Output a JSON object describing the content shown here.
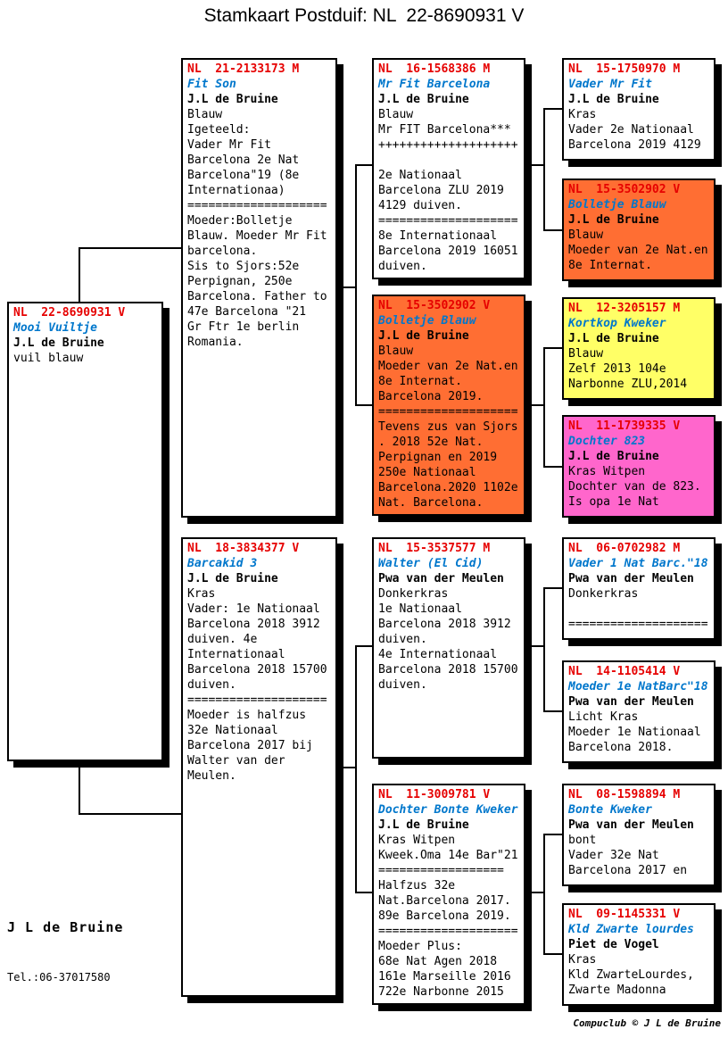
{
  "title": "Stamkaart Postduif: NL  22-8690931 V",
  "colors": {
    "ring_red": "#e60000",
    "name_blue": "#0077cc",
    "box_orange": "#ff6e33",
    "box_yellow": "#ffff66",
    "box_pink": "#ff66cc"
  },
  "boxes": {
    "subject": {
      "ring": "NL  22-8690931 V",
      "name": "Mooi Vuiltje",
      "owner": "J.L de Bruine",
      "body": "vuil blauw",
      "bg": "white"
    },
    "parent1": {
      "ring": "NL  21-2133173 M",
      "name": "Fit Son",
      "owner": "J.L de Bruine",
      "body": "Blauw\nIgeteeld:\nVader Mr Fit\nBarcelona 2e Nat\nBarcelona\"19 (8e\nInternationaa)\n====================\nMoeder:Bolletje\nBlauw. Moeder Mr Fit\nbarcelona.\nSis to Sjors:52e\nPerpignan, 250e\nBarcelona. Father to\n47e Barcelona \"21\nGr Ftr 1e berlin\nRomania.",
      "bg": "white"
    },
    "parent2": {
      "ring": "NL  18-3834377 V",
      "name": "Barcakid 3",
      "owner": "J.L de Bruine",
      "body": "Kras\nVader: 1e Nationaal\nBarcelona 2018 3912\nduiven. 4e\nInternationaal\nBarcelona 2018 15700\nduiven.\n====================\nMoeder is halfzus\n32e Nationaal\nBarcelona 2017 bij\nWalter van der\nMeulen.",
      "bg": "white"
    },
    "gp1": {
      "ring": "NL  16-1568386 M",
      "name": "Mr Fit Barcelona",
      "owner": "J.L de Bruine",
      "body": "Blauw\nMr FIT Barcelona***\n++++++++++++++++++++\n\n2e Nationaal\nBarcelona ZLU 2019\n4129 duiven.\n====================\n8e Internationaal\nBarcelona 2019 16051\nduiven.",
      "bg": "white"
    },
    "gp2": {
      "ring": "NL  15-3502902 V",
      "name": "Bolletje Blauw",
      "owner": "J.L de Bruine",
      "body": "Blauw\nMoeder van 2e Nat.en\n8e Internat.\nBarcelona 2019.\n====================\nTevens zus van Sjors\n. 2018 52e Nat.\nPerpignan en 2019\n250e Nationaal\nBarcelona.2020 1102e\nNat. Barcelona.",
      "bg": "orange"
    },
    "gp3": {
      "ring": "NL  15-3537577 M",
      "name": "Walter (El Cid)",
      "owner": "Pwa van der Meulen",
      "body": "Donkerkras\n1e Nationaal\nBarcelona 2018 3912\nduiven.\n4e Internationaal\nBarcelona 2018 15700\nduiven.",
      "bg": "white"
    },
    "gp4": {
      "ring": "NL  11-3009781 V",
      "name": "Dochter Bonte Kweker",
      "owner": "J.L de Bruine",
      "body": "Kras Witpen\nKweek.Oma 14e Bar\"21\n==================\nHalfzus 32e\nNat.Barcelona 2017.\n89e Barcelona 2019.\n====================\nMoeder Plus:\n68e Nat Agen 2018\n161e Marseille 2016\n722e Narbonne 2015",
      "bg": "white"
    },
    "ggp1": {
      "ring": "NL  15-1750970 M",
      "name": "Vader Mr Fit",
      "owner": "J.L de Bruine",
      "body": "Kras\nVader 2e Nationaal\nBarcelona 2019 4129",
      "bg": "white"
    },
    "ggp2": {
      "ring": "NL  15-3502902 V",
      "name": "Bolletje Blauw",
      "owner": "J.L de Bruine",
      "body": "Blauw\nMoeder van 2e Nat.en\n8e Internat.",
      "bg": "orange"
    },
    "ggp3": {
      "ring": "NL  12-3205157 M",
      "name": "Kortkop Kweker",
      "owner": "J.L de Bruine",
      "body": "Blauw\nZelf 2013 104e\nNarbonne ZLU,2014",
      "bg": "yellow"
    },
    "ggp4": {
      "ring": "NL  11-1739335 V",
      "name": "Dochter 823",
      "owner": "J.L de Bruine",
      "body": "Kras Witpen\nDochter van de 823.\nIs opa 1e Nat",
      "bg": "pink"
    },
    "ggp5": {
      "ring": "NL  06-0702982 M",
      "name": "Vader 1 Nat Barc.\"18",
      "owner": "Pwa van der Meulen",
      "body": "Donkerkras\n\n====================",
      "bg": "white"
    },
    "ggp6": {
      "ring": "NL  14-1105414 V",
      "name": "Moeder 1e NatBarc\"18",
      "owner": "Pwa van der Meulen",
      "body": "Licht Kras\nMoeder 1e Nationaal\nBarcelona 2018.",
      "bg": "white"
    },
    "ggp7": {
      "ring": "NL  08-1598894 M",
      "name": "Bonte Kweker",
      "owner": "Pwa van der Meulen",
      "body": "bont\nVader 32e Nat\nBarcelona 2017 en",
      "bg": "white"
    },
    "ggp8": {
      "ring": "NL  09-1145331 V",
      "name": "Kld Zwarte lourdes",
      "owner": "Piet de Vogel",
      "body": "Kras\nKld ZwarteLourdes,\nZwarte Madonna",
      "bg": "white"
    }
  },
  "footer": {
    "owner": "J L de Bruine",
    "phone": "Tel.:06-37017580",
    "credit": "Compuclub © J L de Bruine"
  }
}
